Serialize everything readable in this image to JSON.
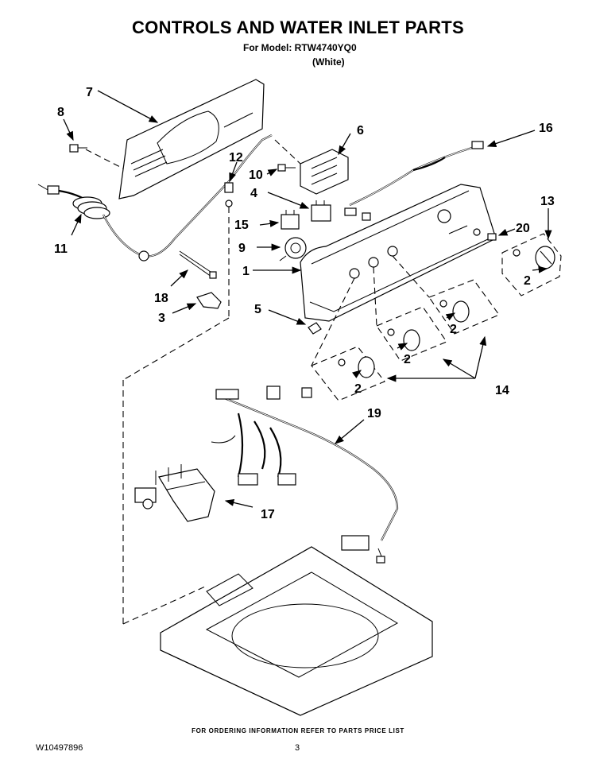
{
  "header": {
    "title": "CONTROLS AND WATER INLET PARTS",
    "subtitle": "For Model: RTW4740YQ0",
    "variant": "(White)"
  },
  "callouts": {
    "c1": "1",
    "c2": "2",
    "c3": "3",
    "c4": "4",
    "c5": "5",
    "c6": "6",
    "c7": "7",
    "c8": "8",
    "c9": "9",
    "c10": "10",
    "c11": "11",
    "c12": "12",
    "c13": "13",
    "c14": "14",
    "c15": "15",
    "c16": "16",
    "c17": "17",
    "c18": "18",
    "c19": "19",
    "c20": "20"
  },
  "footer": {
    "order_note": "FOR ORDERING INFORMATION REFER TO PARTS PRICE LIST",
    "doc_number": "W10497896",
    "page_number": "3"
  }
}
